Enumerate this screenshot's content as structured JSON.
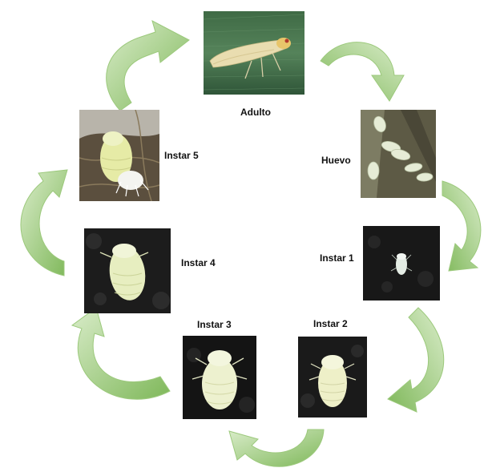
{
  "diagram": {
    "colors": {
      "arrow_light": "#d9ecc9",
      "arrow_dark": "#7fb85a",
      "arrow_stroke": "#9cc97c"
    },
    "stages": [
      {
        "id": "adulto",
        "label": "Adulto"
      },
      {
        "id": "huevo",
        "label": "Huevo"
      },
      {
        "id": "instar1",
        "label": "Instar 1"
      },
      {
        "id": "instar2",
        "label": "Instar 2"
      },
      {
        "id": "instar3",
        "label": "Instar 3"
      },
      {
        "id": "instar4",
        "label": "Instar 4"
      },
      {
        "id": "instar5",
        "label": "Instar 5"
      }
    ]
  }
}
